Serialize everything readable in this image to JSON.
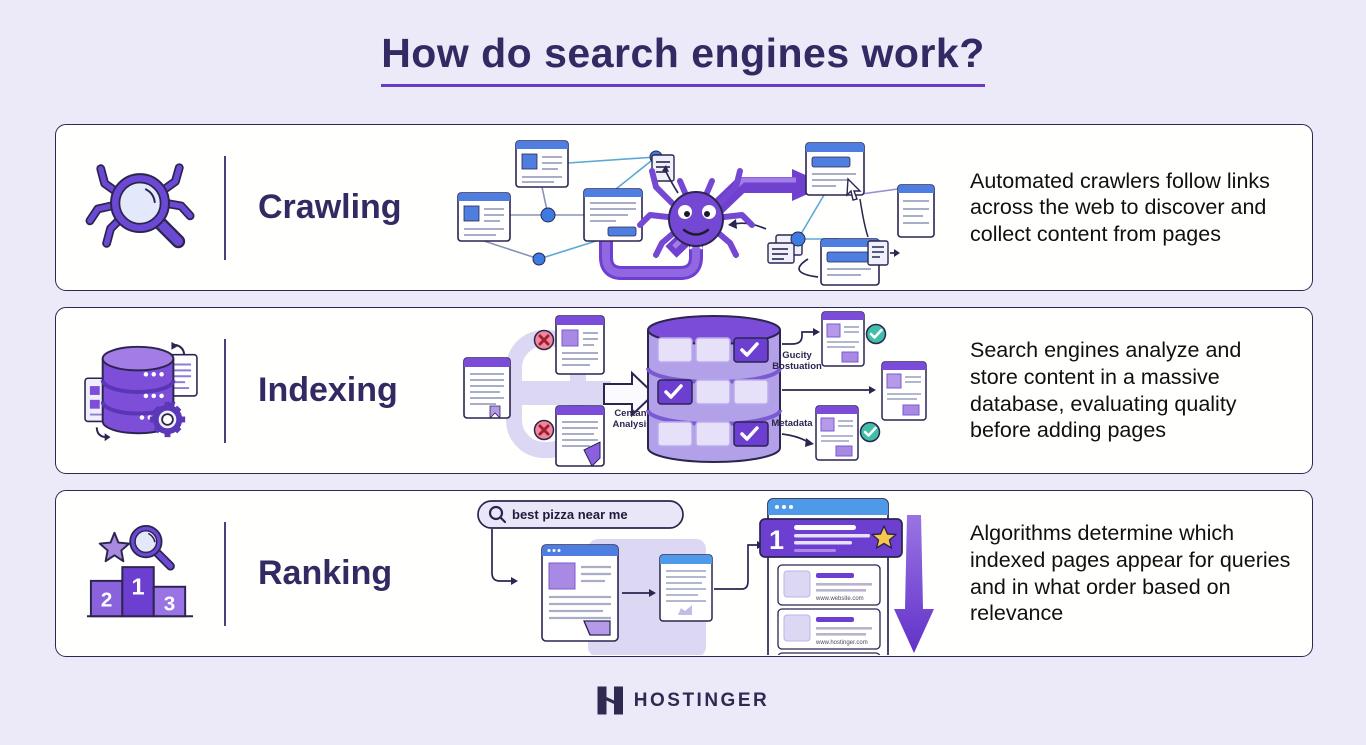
{
  "page": {
    "title": "How do search engines work?"
  },
  "colors": {
    "background": "#eceaf8",
    "panel": "#fffffe",
    "border": "#2e2850",
    "heading": "#342a63",
    "accent_purple": "#7448d2",
    "deep_purple": "#6d3fd0",
    "lavender": "#dcd8f4",
    "blue_header": "#4e7fe0",
    "teal_line": "#5ba8d8",
    "red_badge": "#e76a7a",
    "green_badge": "#3fbfa6",
    "gold_star": "#f5c84c"
  },
  "rows": [
    {
      "id": "crawling",
      "title": "Crawling",
      "description": "Automated crawlers follow links across the web to discover and collect content from pages"
    },
    {
      "id": "indexing",
      "title": "Indexing",
      "description": "Search engines analyze and store content in a massive database, evaluating quality before adding pages",
      "labels": {
        "content_analysis": [
          "Centant",
          "Analysis"
        ],
        "quality_evaluation": [
          "Gucity",
          "Bostuation"
        ],
        "metadata": "Metadata"
      }
    },
    {
      "id": "ranking",
      "title": "Ranking",
      "description": "Algorithms determine which indexed pages appear for queries and in what order based on relevance",
      "search_query": "best pizza near me",
      "rank_number": "1",
      "result_urls": [
        "www.website.com",
        "www.hostinger.com"
      ],
      "podium_numbers": [
        "2",
        "1",
        "3"
      ]
    }
  ],
  "footer": {
    "logo_text": "HOSTINGER"
  }
}
